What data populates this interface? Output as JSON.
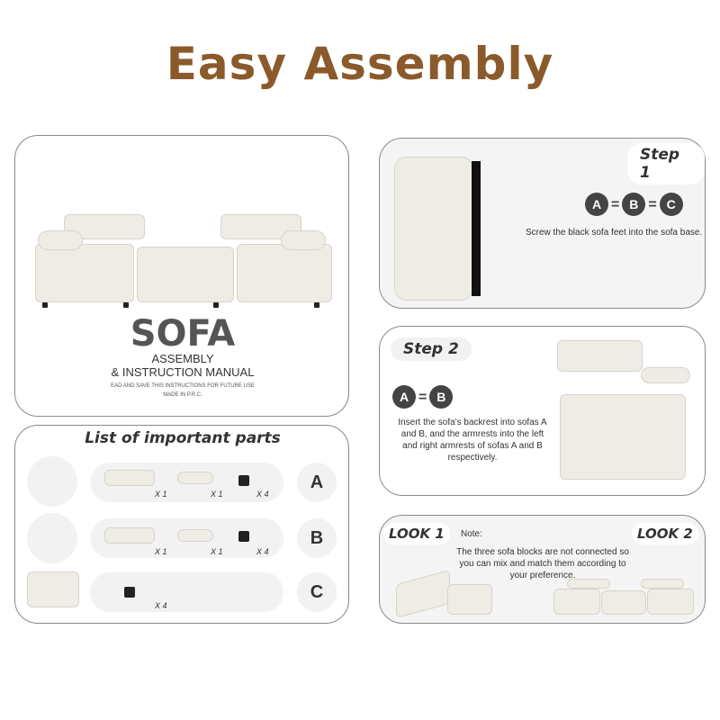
{
  "title": "Easy Assembly",
  "cover": {
    "heading": "SOFA",
    "line1": "ASSEMBLY",
    "line2": "& INSTRUCTION MANUAL",
    "line3": "EAD AND SAVE THIS INSTRUCTIONS FOR FUTURE USE",
    "line4": "MADE IN P.R.C."
  },
  "parts": {
    "title": "List of important parts",
    "rows": [
      {
        "letter": "A",
        "qty": [
          "X 1",
          "X 1",
          "X 4"
        ]
      },
      {
        "letter": "B",
        "qty": [
          "X 1",
          "X 1",
          "X 4"
        ]
      },
      {
        "letter": "C",
        "qty": [
          "X 4"
        ]
      }
    ]
  },
  "step1": {
    "label": "Step 1",
    "badges": [
      "A",
      "B",
      "C"
    ],
    "eq": "=",
    "text": "Screw the black sofa feet into the sofa base."
  },
  "step2": {
    "label": "Step 2",
    "badges": [
      "A",
      "B"
    ],
    "eq": "=",
    "text": "Insert the sofa's backrest into sofas A and B, and the armrests into the left and right armrests of sofas A and B respectively."
  },
  "looks": {
    "look1": "LOOK 1",
    "look2": "LOOK 2",
    "note_label": "Note:",
    "note": "The three sofa blocks are not connected so you can mix and match them according to your preference."
  }
}
